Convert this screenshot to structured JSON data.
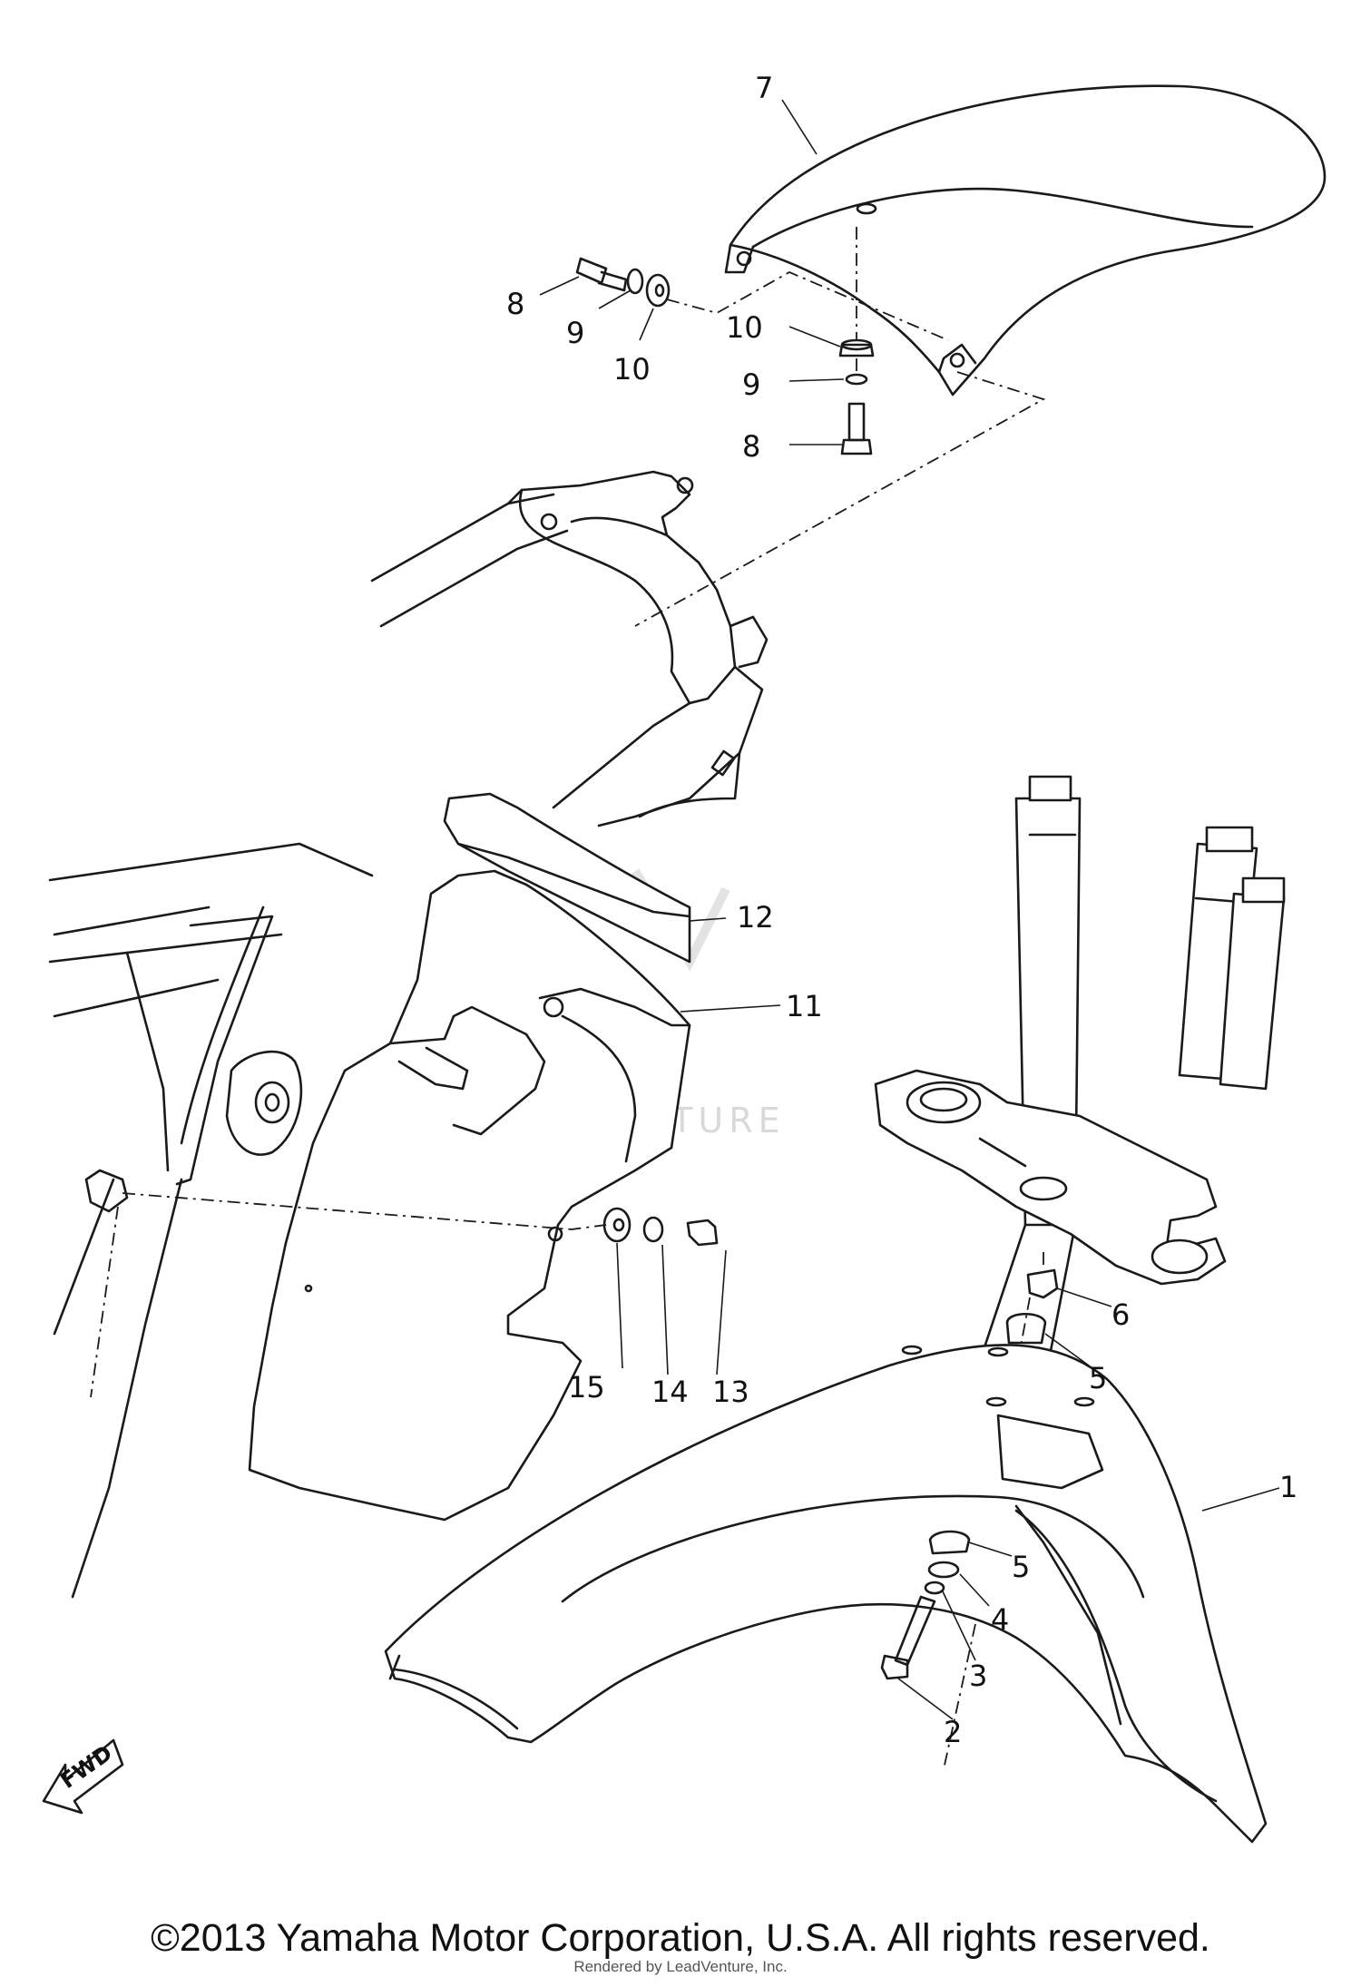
{
  "labels": {
    "rear_fender": "7",
    "bolt_left": "8",
    "washer_left": "9",
    "damper_left": "10",
    "damper_right": "10",
    "washer_right": "9",
    "bolt_right": "8",
    "guard_top": "12",
    "number_plate": "11",
    "bolt_plate": "13",
    "washer_plate": "14",
    "damper_plate": "15",
    "collar_top": "6",
    "damper_top": "5",
    "front_fender": "1",
    "damper_bottom": "5",
    "washer_bottom": "4",
    "spring_washer": "3",
    "bolt_bottom": "2"
  },
  "fwd_arrow": "FWD",
  "watermark": "LEADVENTURE",
  "footer": {
    "copyright": "©2013 Yamaha Motor Corporation, U.S.A. All rights reserved.",
    "rendered_by": "Rendered by LeadVenture, Inc."
  }
}
